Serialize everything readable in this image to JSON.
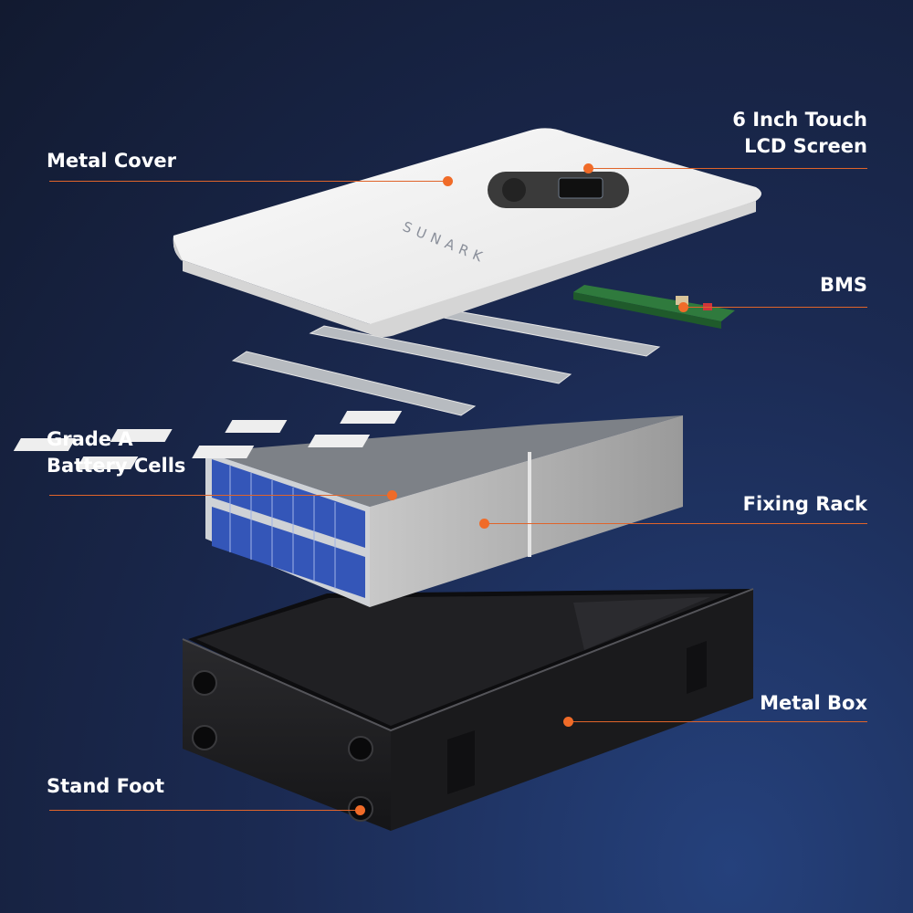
{
  "brand": {
    "logo_text": "SUNARK"
  },
  "callouts": [
    {
      "id": "metal-cover",
      "text": "Metal Cover"
    },
    {
      "id": "lcd-screen",
      "text": "6 Inch Touch\nLCD Screen"
    },
    {
      "id": "bms",
      "text": "BMS"
    },
    {
      "id": "battery-cells",
      "text": "Grade A\nBattery Cells"
    },
    {
      "id": "fixing-rack",
      "text": "Fixing Rack"
    },
    {
      "id": "metal-box",
      "text": "Metal Box"
    },
    {
      "id": "stand-foot",
      "text": "Stand Foot"
    }
  ],
  "colors": {
    "accent": "#f06b28",
    "cell_blue": "#3456b8",
    "cover_white": "#eeeeee",
    "box_black": "#1c1c1e"
  }
}
